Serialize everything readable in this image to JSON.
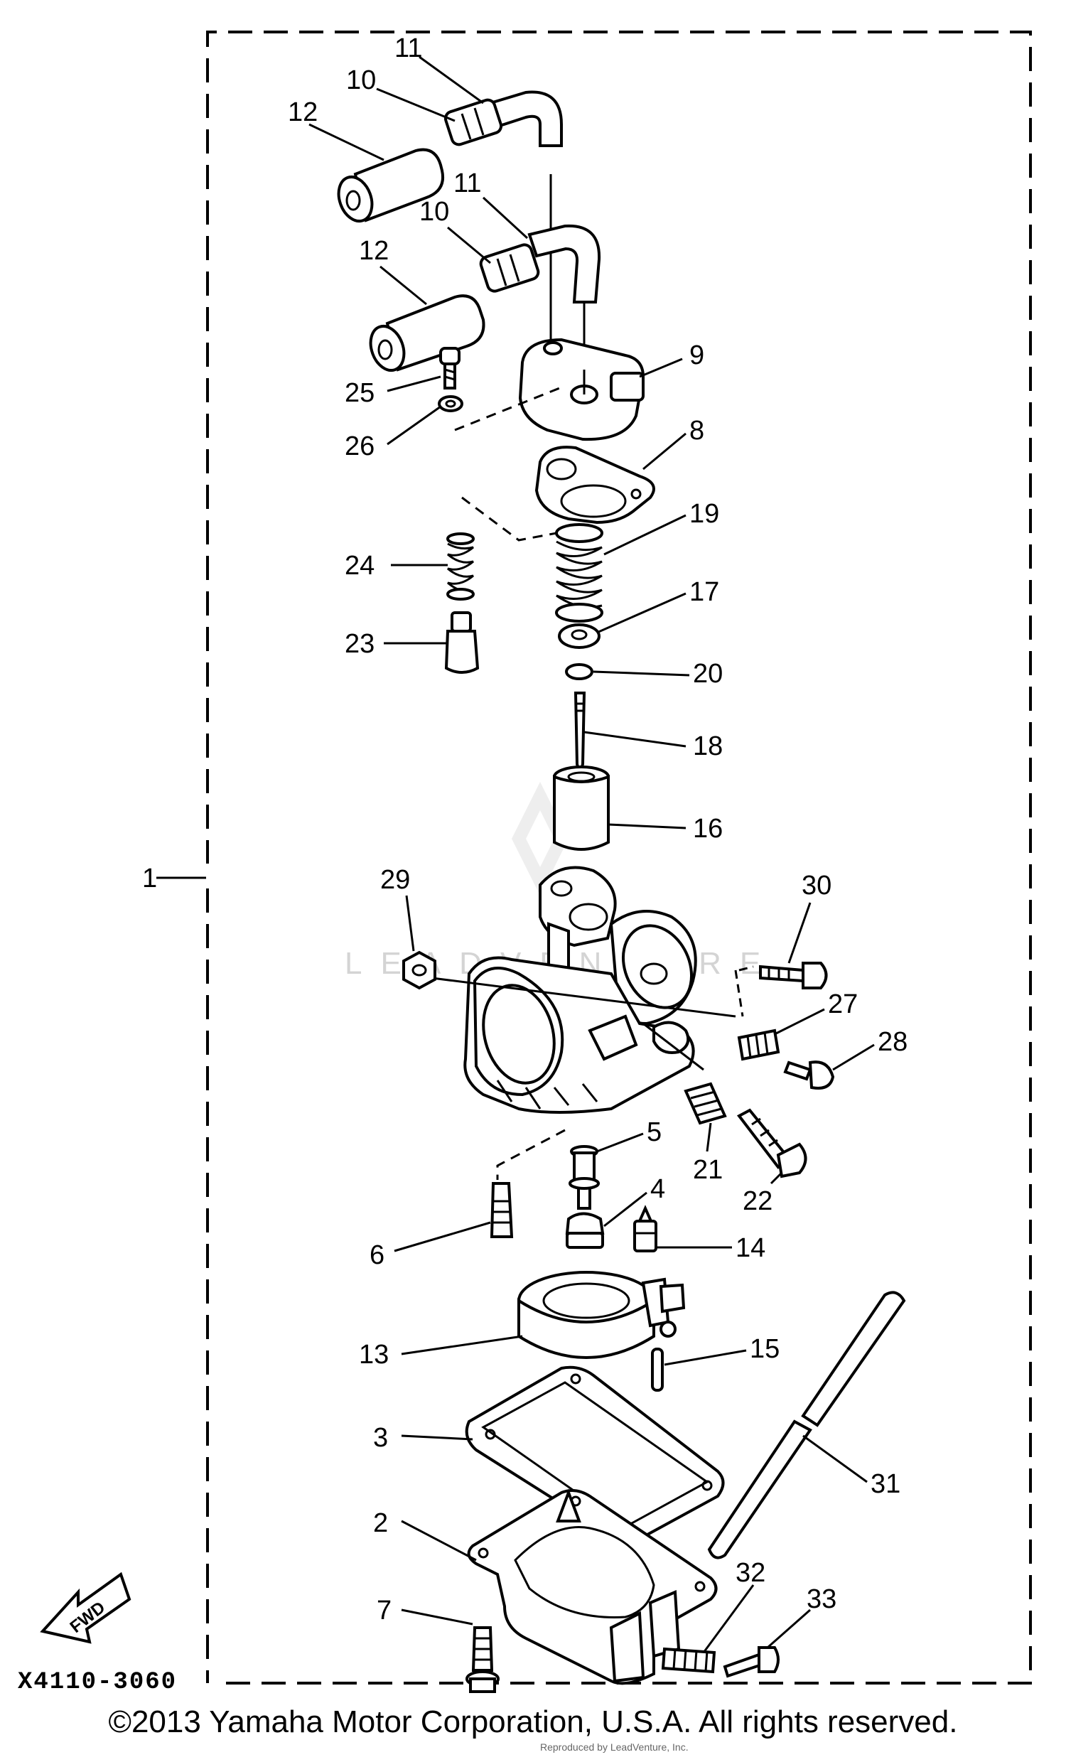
{
  "diagram_code": "X4110-3060",
  "fwd_label": "FWD",
  "watermark": "LEADVENTURE",
  "copyright": "©2013 Yamaha Motor Corporation, U.S.A. All rights reserved.",
  "small_note": "Reproduced by LeadVenture, Inc.",
  "labels": {
    "p1": "1",
    "p2": "2",
    "p3": "3",
    "p4": "4",
    "p5": "5",
    "p6": "6",
    "p7": "7",
    "p8": "8",
    "p9": "9",
    "p10a": "10",
    "p10b": "10",
    "p11a": "11",
    "p11b": "11",
    "p12a": "12",
    "p12b": "12",
    "p13": "13",
    "p14": "14",
    "p15": "15",
    "p16": "16",
    "p17": "17",
    "p18": "18",
    "p19": "19",
    "p20": "20",
    "p21": "21",
    "p22": "22",
    "p23": "23",
    "p24": "24",
    "p25": "25",
    "p26": "26",
    "p27": "27",
    "p28": "28",
    "p29": "29",
    "p30": "30",
    "p31": "31",
    "p32": "32",
    "p33": "33"
  }
}
